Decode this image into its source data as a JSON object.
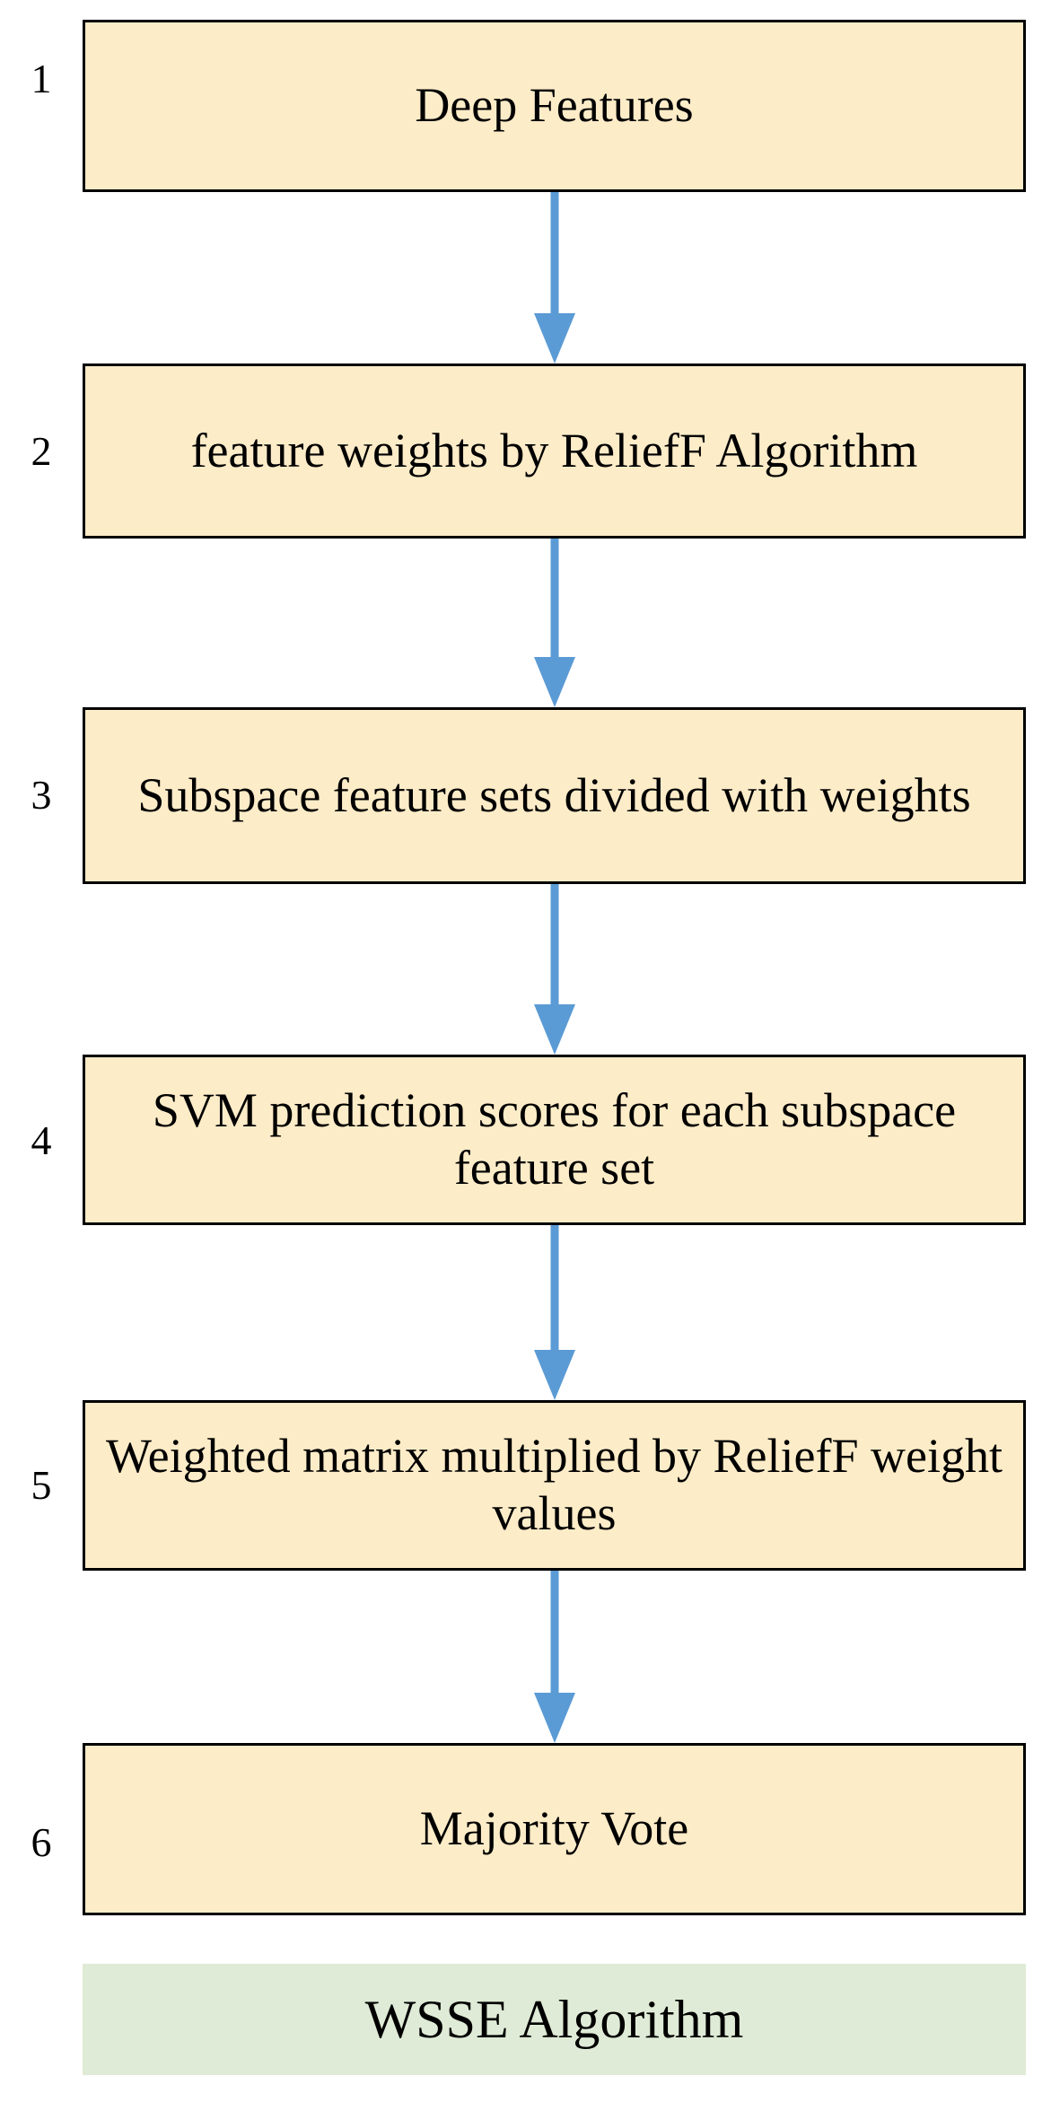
{
  "diagram": {
    "title": "WSSE Algorithm",
    "colors": {
      "box_fill": "#FDECC8",
      "box_border": "#000000",
      "footer_fill": "#DFEBD6",
      "arrow": "#5B9BD5",
      "canvas": "#FFFFFF",
      "text": "#000000"
    },
    "steps": [
      {
        "number": "1",
        "label": "Deep Features"
      },
      {
        "number": "2",
        "label": "feature weights by ReliefF Algorithm"
      },
      {
        "number": "3",
        "label": "Subspace feature sets divided with weights"
      },
      {
        "number": "4",
        "label": "SVM prediction scores for each subspace feature set"
      },
      {
        "number": "5",
        "label": "Weighted matrix multiplied by ReliefF weight values"
      },
      {
        "number": "6",
        "label": "Majority Vote"
      }
    ],
    "footer": {
      "label": "WSSE Algorithm"
    },
    "arrows": [
      {
        "name": "arrow-step-1-to-2",
        "from": "1",
        "to": "2"
      },
      {
        "name": "arrow-step-2-to-3",
        "from": "2",
        "to": "3"
      },
      {
        "name": "arrow-step-3-to-4",
        "from": "3",
        "to": "4"
      },
      {
        "name": "arrow-step-4-to-5",
        "from": "4",
        "to": "5"
      },
      {
        "name": "arrow-step-5-to-6",
        "from": "5",
        "to": "6"
      }
    ]
  }
}
